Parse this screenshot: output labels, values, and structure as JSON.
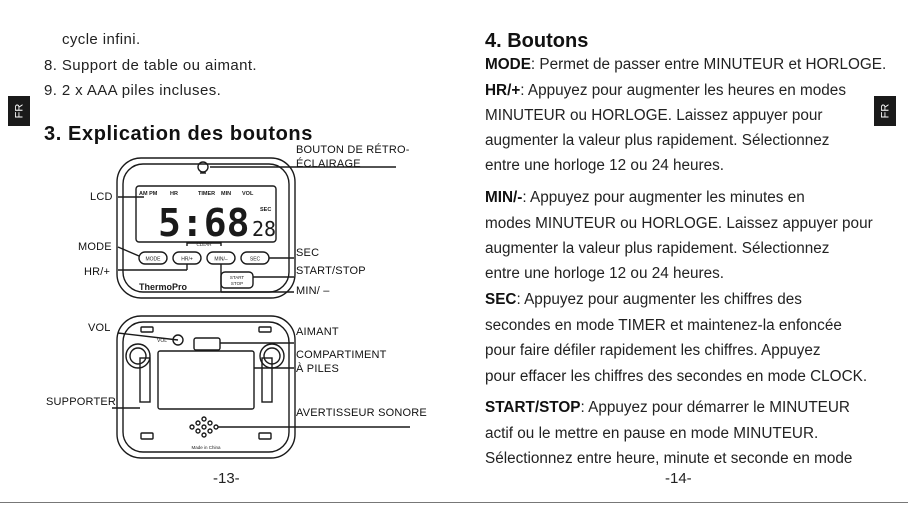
{
  "side_tab": "FR",
  "left": {
    "lines": [
      "cycle infini.",
      "8. Support de table ou aimant.",
      "9. 2 x AAA piles incluses."
    ],
    "section_title": "3. Explication des boutons",
    "device": {
      "display_labels": [
        "AM PM",
        "HR",
        "TIMER",
        "MIN",
        "VOL",
        "SEC"
      ],
      "digits": "5:68",
      "small_digits": "28",
      "buttons": [
        "MODE",
        "HR/+",
        "MIN/–",
        "SEC"
      ],
      "clear_label": "CLEAR",
      "start_stop": [
        "START",
        "STOP"
      ],
      "brand": "ThermoPro",
      "vol_label": "VOL",
      "made_in": "Made in China"
    },
    "callouts_left": [
      "LCD",
      "MODE",
      "HR/+",
      "VOL",
      "SUPPORTER"
    ],
    "callouts_right": [
      "BOUTON DE RÉTRO-",
      "ÉCLAIRAGE",
      "SEC",
      "START/STOP",
      "MIN/ –",
      "AIMANT",
      "COMPARTIMENT",
      "À PILES",
      "AVERTISSEUR SONORE"
    ],
    "page_number": "-13-"
  },
  "right": {
    "section_title": "4. Boutons",
    "lines": [
      {
        "term": "MODE",
        "text": ": Permet de passer entre MINUTEUR et HORLOGE."
      },
      {
        "term": "HR/+",
        "text": ": Appuyez pour augmenter les heures en modes"
      },
      {
        "term": "",
        "text": "MINUTEUR ou HORLOGE. Laissez appuyer pour"
      },
      {
        "term": "",
        "text": "augmenter la valeur plus rapidement. Sélectionnez"
      },
      {
        "term": "",
        "text": "entre une horloge 12 ou 24 heures."
      },
      {
        "term": "MIN/-",
        "text": ": Appuyez pour augmenter les minutes en"
      },
      {
        "term": "",
        "text": "modes MINUTEUR ou HORLOGE. Laissez appuyer pour"
      },
      {
        "term": "",
        "text": "augmenter la valeur plus rapidement. Sélectionnez"
      },
      {
        "term": "",
        "text": "entre une horloge 12 ou 24 heures."
      },
      {
        "term": "SEC",
        "text": ": Appuyez pour augmenter les chiffres des"
      },
      {
        "term": "",
        "text": "secondes en mode TIMER et maintenez-la enfoncée"
      },
      {
        "term": "",
        "text": "pour faire défiler rapidement les chiffres. Appuyez"
      },
      {
        "term": "",
        "text": "pour effacer les chiffres des secondes en mode CLOCK."
      },
      {
        "term": "START/STOP",
        "text": ": Appuyez pour démarrer le MINUTEUR"
      },
      {
        "term": "",
        "text": "actif ou le mettre en pause en mode MINUTEUR."
      },
      {
        "term": "",
        "text": "Sélectionnez entre heure, minute et seconde en mode"
      }
    ],
    "page_number": "-14-"
  }
}
